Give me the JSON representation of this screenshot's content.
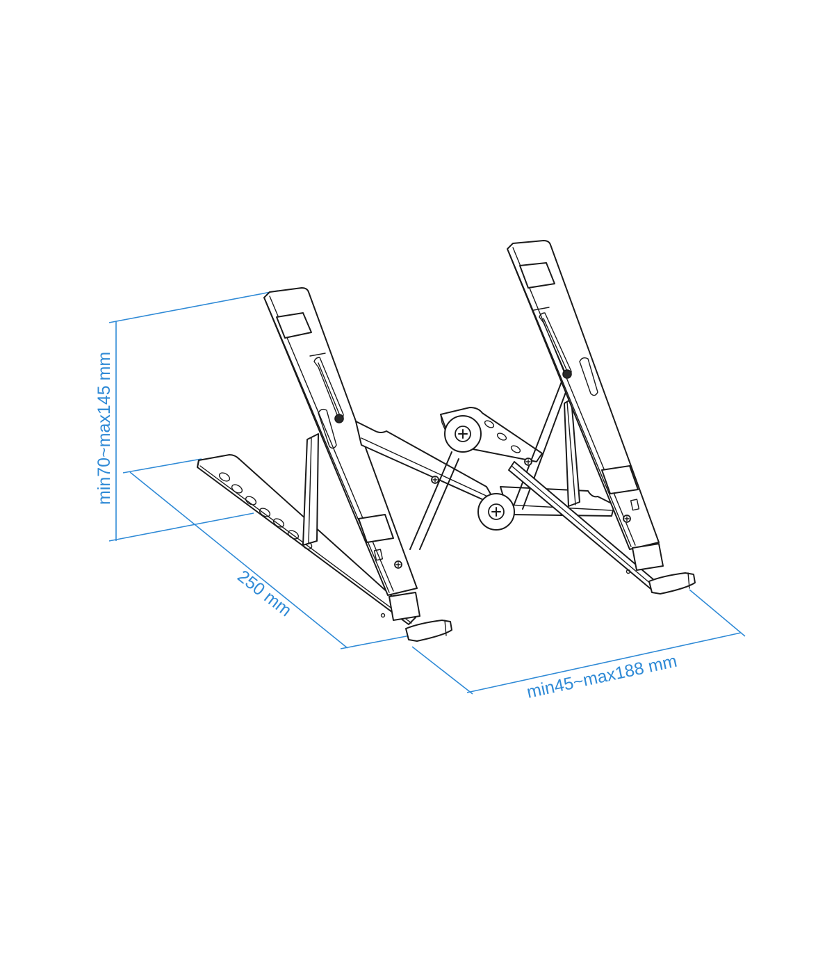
{
  "diagram": {
    "subject": "Foldable laptop stand",
    "style": "isometric line drawing with dimension annotations",
    "colors": {
      "line_art": "#1a1a1a",
      "dimension": "#2f8ad6",
      "background": "#ffffff"
    },
    "dimensions": {
      "height": {
        "label": "min70~max145 mm"
      },
      "depth": {
        "label": "250 mm"
      },
      "width": {
        "label": "min45~max188 mm"
      }
    }
  }
}
